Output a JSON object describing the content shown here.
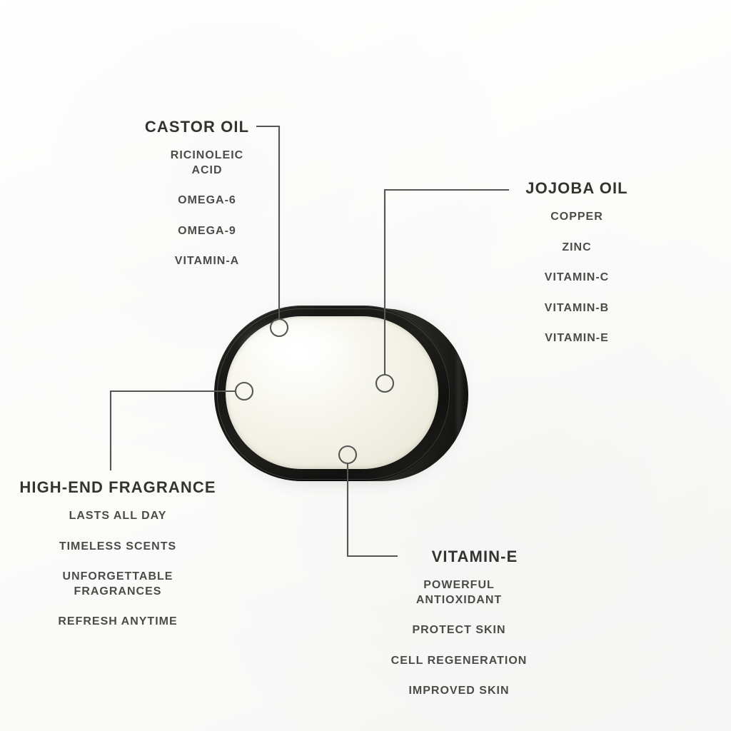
{
  "background_color": "#fcfcfc",
  "product": {
    "name": "cosmetic-balm-tin",
    "shape": "stadium-pill",
    "rim_color": "#1a1a18",
    "interior_color": "#f2f0e6"
  },
  "line_color": "#555553",
  "callouts": [
    {
      "id": "castor",
      "title": "CASTOR OIL",
      "items": [
        "RICINOLEIC\nACID",
        "OMEGA-6",
        "OMEGA-9",
        "VITAMIN-A"
      ]
    },
    {
      "id": "jojoba",
      "title": "JOJOBA OIL",
      "items": [
        "COPPER",
        "ZINC",
        "VITAMIN-C",
        "VITAMIN-B",
        "VITAMIN-E"
      ]
    },
    {
      "id": "fragrance",
      "title": "HIGH-END FRAGRANCE",
      "items": [
        "LASTS ALL DAY",
        "TIMELESS SCENTS",
        "UNFORGETTABLE\nFRAGRANCES",
        "REFRESH ANYTIME"
      ]
    },
    {
      "id": "vitamine",
      "title": "VITAMIN-E",
      "items": [
        "POWERFUL\nANTIOXIDANT",
        "PROTECT SKIN",
        "CELL REGENERATION",
        "IMPROVED SKIN"
      ]
    }
  ]
}
